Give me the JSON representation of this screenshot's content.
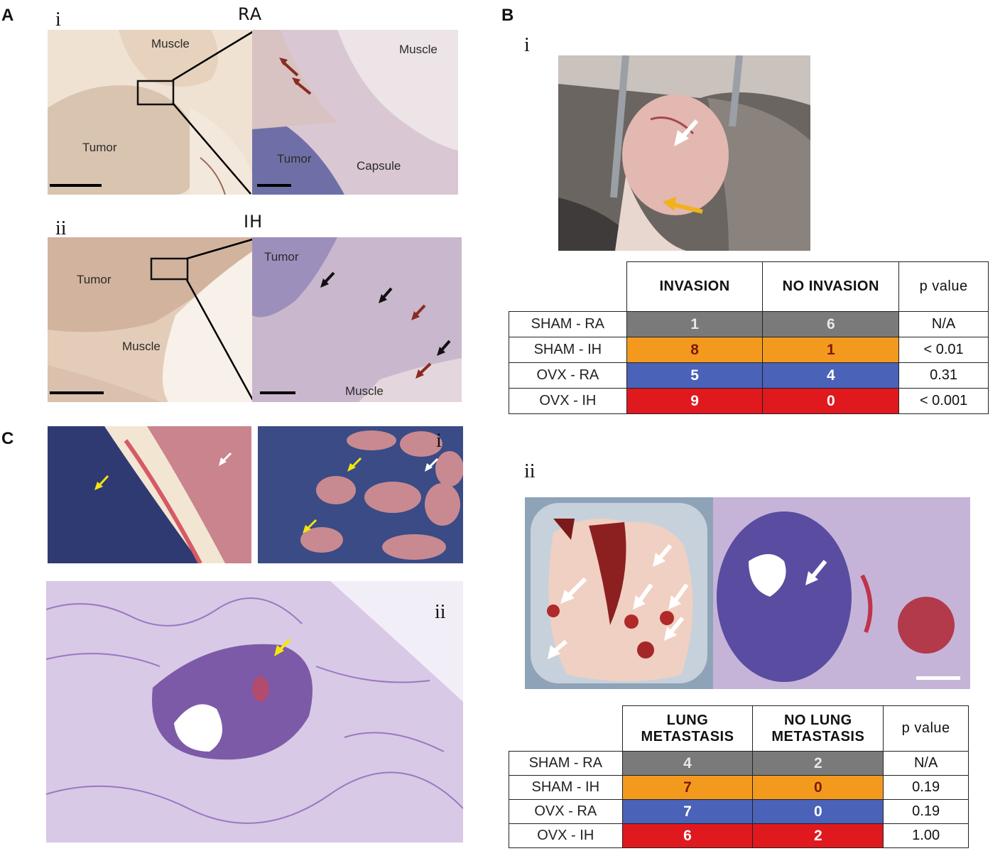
{
  "panels": {
    "A": {
      "letter": "A",
      "i": {
        "roman": "i",
        "condition": "RA",
        "left_labels": {
          "muscle": "Muscle",
          "tumor": "Tumor"
        },
        "right_labels": {
          "muscle": "Muscle",
          "tumor": "Tumor",
          "capsule": "Capsule"
        }
      },
      "ii": {
        "roman": "ii",
        "condition": "IH",
        "left_labels": {
          "tumor": "Tumor",
          "muscle": "Muscle"
        },
        "right_labels": {
          "tumor": "Tumor",
          "muscle": "Muscle"
        }
      }
    },
    "B": {
      "letter": "B",
      "i": {
        "roman": "i",
        "table": {
          "headers": [
            "INVASION",
            "NO INVASION",
            "p value"
          ],
          "rows": [
            {
              "group": "SHAM - RA",
              "a": "1",
              "b": "6",
              "p": "N/A",
              "color": "#7a7a7a"
            },
            {
              "group": "SHAM - IH",
              "a": "8",
              "b": "1",
              "p": "< 0.01",
              "color": "#f39a1e"
            },
            {
              "group": "OVX - RA",
              "a": "5",
              "b": "4",
              "p": "0.31",
              "color": "#4a62b8"
            },
            {
              "group": "OVX - IH",
              "a": "9",
              "b": "0",
              "p": "< 0.001",
              "color": "#e0191f"
            }
          ]
        }
      },
      "ii": {
        "roman": "ii",
        "table": {
          "headers": [
            "LUNG METASTASIS",
            "NO LUNG METASTASIS",
            "p value"
          ],
          "rows": [
            {
              "group": "SHAM - RA",
              "a": "4",
              "b": "2",
              "p": "N/A",
              "color": "#7a7a7a"
            },
            {
              "group": "SHAM - IH",
              "a": "7",
              "b": "0",
              "p": "0.19",
              "color": "#f39a1e"
            },
            {
              "group": "OVX - RA",
              "a": "7",
              "b": "0",
              "p": "0.19",
              "color": "#4a62b8"
            },
            {
              "group": "OVX - IH",
              "a": "6",
              "b": "2",
              "p": "1.00",
              "color": "#e0191f"
            }
          ]
        }
      }
    },
    "C": {
      "letter": "C",
      "i": {
        "roman": "i"
      },
      "ii": {
        "roman": "ii"
      }
    }
  },
  "colors": {
    "arrow_red": "#8b2a22",
    "arrow_black": "#111111",
    "arrow_white": "#ffffff",
    "arrow_yellow": "#f5e60a",
    "arrow_orange": "#f2b21a"
  }
}
